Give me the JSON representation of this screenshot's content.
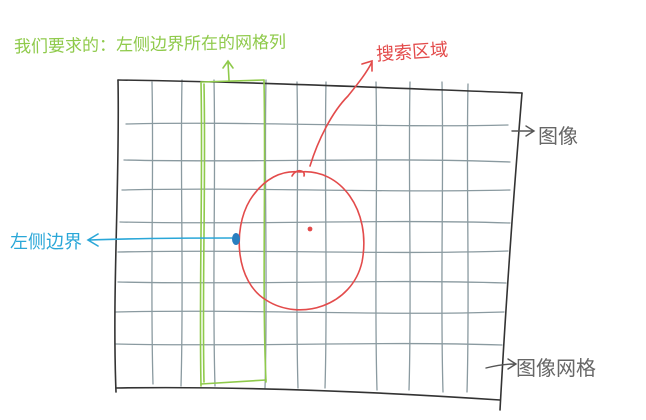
{
  "diagram": {
    "top_note": "我们要求的：左侧边界所在的网格列",
    "search_area_label": "搜索区域",
    "image_label": "图像",
    "left_edge_label": "左侧边界",
    "grid_label": "图像网格",
    "colors": {
      "grid": "#8a9aa0",
      "border": "#333333",
      "column": "#8fca4b",
      "circle": "#e34b4b",
      "edge": "#2aa7d8"
    }
  }
}
